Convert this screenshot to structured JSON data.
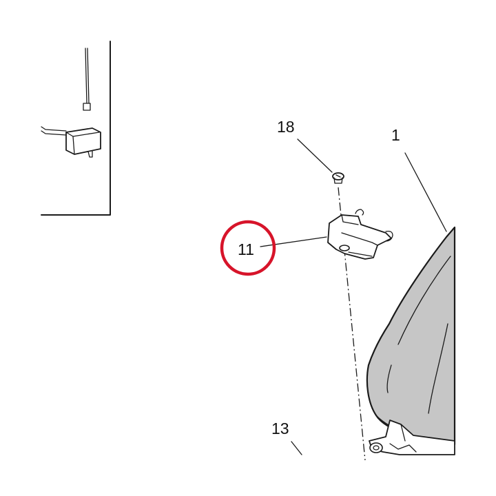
{
  "diagram": {
    "callouts": {
      "c18": "18",
      "c1": "1",
      "c11": "11",
      "c13": "13"
    },
    "highlighted_callout": "11",
    "colors": {
      "highlight_ring": "#d7142a",
      "part_fill": "#c6c6c6",
      "line": "#1a1a1a",
      "background": "#ffffff"
    }
  }
}
